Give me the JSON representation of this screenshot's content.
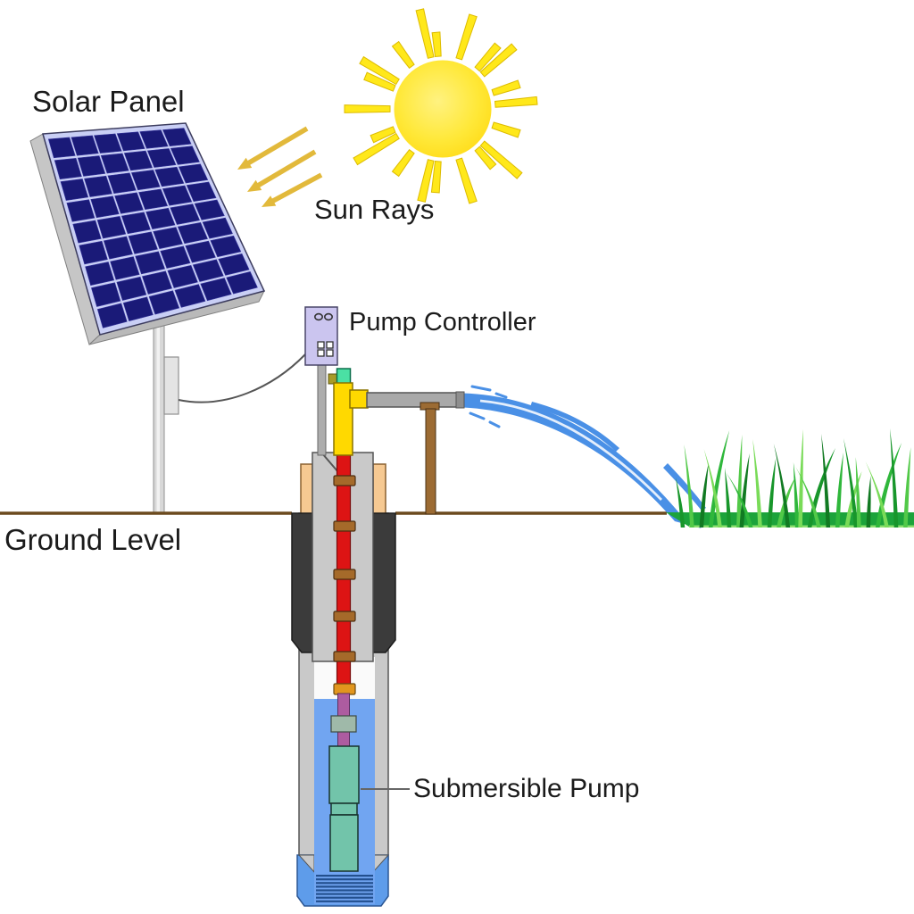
{
  "diagram": {
    "labels": {
      "solar_panel": "Solar Panel",
      "sun_rays": "Sun Rays",
      "pump_controller": "Pump Controller",
      "ground_level": "Ground Level",
      "submersible_pump": "Submersible Pump"
    },
    "colors": {
      "sun_center": "#FFF280",
      "sun_mid": "#FFE838",
      "sun_edge": "#FFD60A",
      "sun_ray": "#FFE81A",
      "sun_ray_border": "#DDBB00",
      "arrow": "#E2B93B",
      "panel_cell": "#1A1A78",
      "panel_frame": "#C9CFF5",
      "panel_side": "#C6C6C6",
      "panel_bottom": "#B9B9B9",
      "pole": "#D8D8D8",
      "pole_border": "#909090",
      "junction_box": "#E4E4E4",
      "wire": "#555555",
      "controller_body": "#CBC5EF",
      "conduit": "#ADADAD",
      "tank_green": "#4BE0A4",
      "nub_olive": "#A89B28",
      "pipe_yellow": "#FFD900",
      "pipe_gray": "#A9A9A9",
      "post_brown": "#9C6B33",
      "ground_line": "#6B4A1E",
      "casing": "#C9C9C9",
      "seal_peach": "#F6C992",
      "collar": "#3B3B3B",
      "drop_pipe_red": "#DD1414",
      "coupling_brown": "#A56A2A",
      "coupling_orange": "#E2961E",
      "pipe_purple": "#AD5CA0",
      "coupling_graygreen": "#9FB9A9",
      "pump_teal": "#72C4AA",
      "water_well": "#71A5F1",
      "shell_blue": "#5E9CEA",
      "screen_line": "#23508F",
      "stream_blue": "#4A90E6",
      "grass_base": "#1CA33B",
      "grass_light": "#8ADF6E",
      "grass_blades": [
        "#18962B",
        "#2FB73B",
        "#52C948",
        "#79DB58",
        "#117A22"
      ],
      "label_text": "#1b1b1b"
    }
  }
}
